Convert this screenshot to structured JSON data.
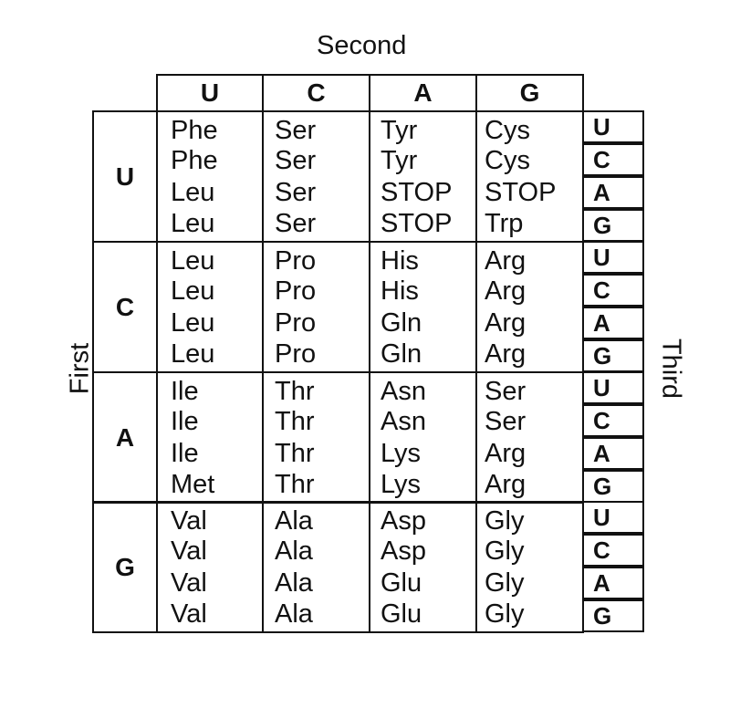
{
  "labels": {
    "second": "Second",
    "first": "First",
    "third": "Third"
  },
  "second_bases": [
    "U",
    "C",
    "A",
    "G"
  ],
  "first_bases": [
    "U",
    "C",
    "A",
    "G"
  ],
  "third_bases": [
    "U",
    "C",
    "A",
    "G"
  ],
  "codons": {
    "U": [
      [
        "Phe",
        "Phe",
        "Leu",
        "Leu"
      ],
      [
        "Ser",
        "Ser",
        "Ser",
        "Ser"
      ],
      [
        "Tyr",
        "Tyr",
        "STOP",
        "STOP"
      ],
      [
        "Cys",
        "Cys",
        "STOP",
        "Trp"
      ]
    ],
    "C": [
      [
        "Leu",
        "Leu",
        "Leu",
        "Leu"
      ],
      [
        "Pro",
        "Pro",
        "Pro",
        "Pro"
      ],
      [
        "His",
        "His",
        "Gln",
        "Gln"
      ],
      [
        "Arg",
        "Arg",
        "Arg",
        "Arg"
      ]
    ],
    "A": [
      [
        "Ile",
        "Ile",
        "Ile",
        "Met"
      ],
      [
        "Thr",
        "Thr",
        "Thr",
        "Thr"
      ],
      [
        "Asn",
        "Asn",
        "Lys",
        "Lys"
      ],
      [
        "Ser",
        "Ser",
        "Arg",
        "Arg"
      ]
    ],
    "G": [
      [
        "Val",
        "Val",
        "Val",
        "Val"
      ],
      [
        "Ala",
        "Ala",
        "Ala",
        "Ala"
      ],
      [
        "Asp",
        "Asp",
        "Glu",
        "Glu"
      ],
      [
        "Gly",
        "Gly",
        "Gly",
        "Gly"
      ]
    ]
  }
}
